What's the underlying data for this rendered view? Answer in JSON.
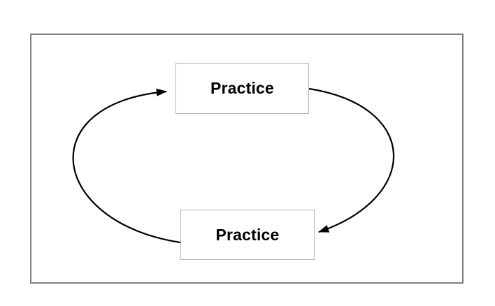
{
  "diagram": {
    "title": "practice-cycle-diagram",
    "nodes": [
      {
        "id": "top-box",
        "label": "Practice"
      },
      {
        "id": "bottom-box",
        "label": "Practice"
      }
    ],
    "edges": [
      {
        "from": "bottom-box",
        "to": "top-box",
        "side": "left",
        "direction": "counter-clockwise-up"
      },
      {
        "from": "top-box",
        "to": "bottom-box",
        "side": "right",
        "direction": "clockwise-down"
      }
    ],
    "colors": {
      "background": "#ffffff",
      "frame_border": "#7f7f7f",
      "node_border": "#b5b5b5",
      "node_fill": "#ffffff",
      "arrow": "#000000",
      "text": "#000000"
    }
  }
}
